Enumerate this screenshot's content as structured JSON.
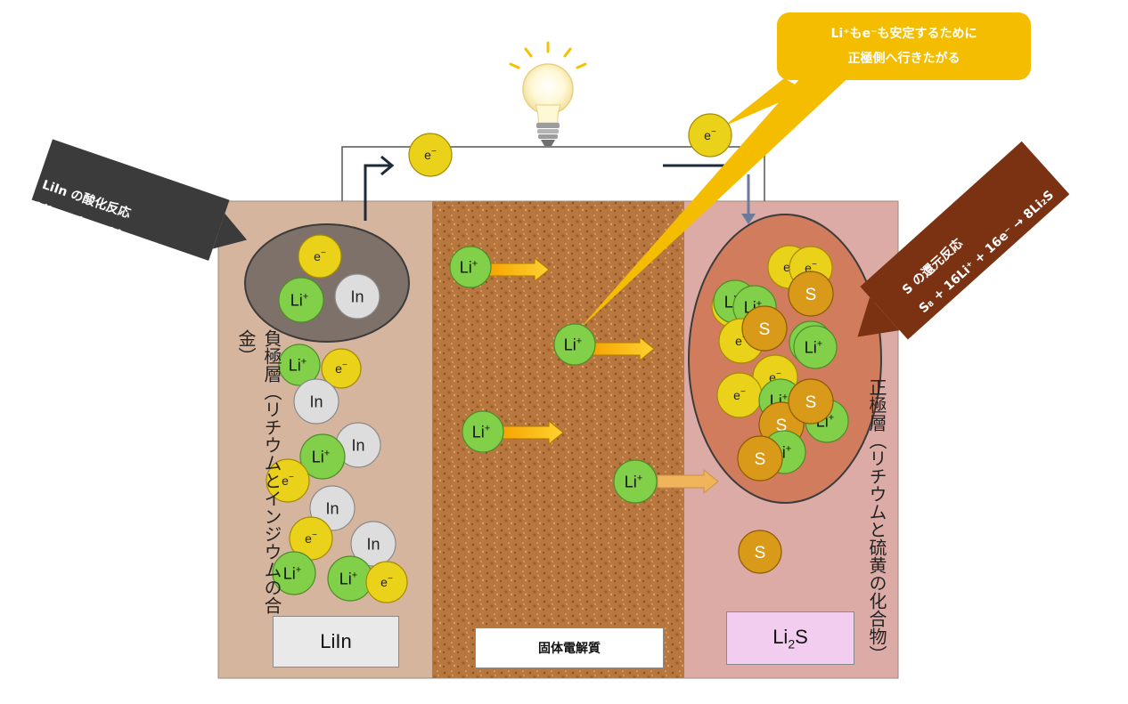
{
  "labels": {
    "anode_box": "LiIn",
    "electrolyte_box": "固体電解質",
    "cathode_box_prefix": "Li",
    "cathode_box_sub": "2",
    "cathode_box_suffix": "S",
    "anode_layer": "負極層（リチウムとインジウムの合金）",
    "cathode_layer": "正極層（リチウムと硫黄の化合物）"
  },
  "callouts": {
    "stable_line1": "Li⁺もe⁻も安定するために",
    "stable_line2": "正極側へ行きたがる",
    "oxidation_title": "LiIn の酸化反応",
    "oxidation_eq": "LiIn  → In + Li⁺ + e⁻",
    "reduction_title": "S の還元反応",
    "reduction_eq": "S₈ + 16Li⁺ + 16e⁻ → 8Li₂S"
  },
  "particles": {
    "li": "Li",
    "plus": "+",
    "in": "In",
    "e": "e",
    "minus": "−",
    "s": "S"
  },
  "colors": {
    "anode_bg": "#d6b59e",
    "electrolyte": "#b9793f",
    "cathode_bg": "#d9a39e",
    "li": "#82cf4a",
    "in": "#dddddd",
    "electron": "#ead21a",
    "sulfur": "#d99a1a",
    "callout_yellow": "#f5bd00",
    "callout_dark": "#3b3b3b",
    "callout_brown": "#7b3212"
  }
}
